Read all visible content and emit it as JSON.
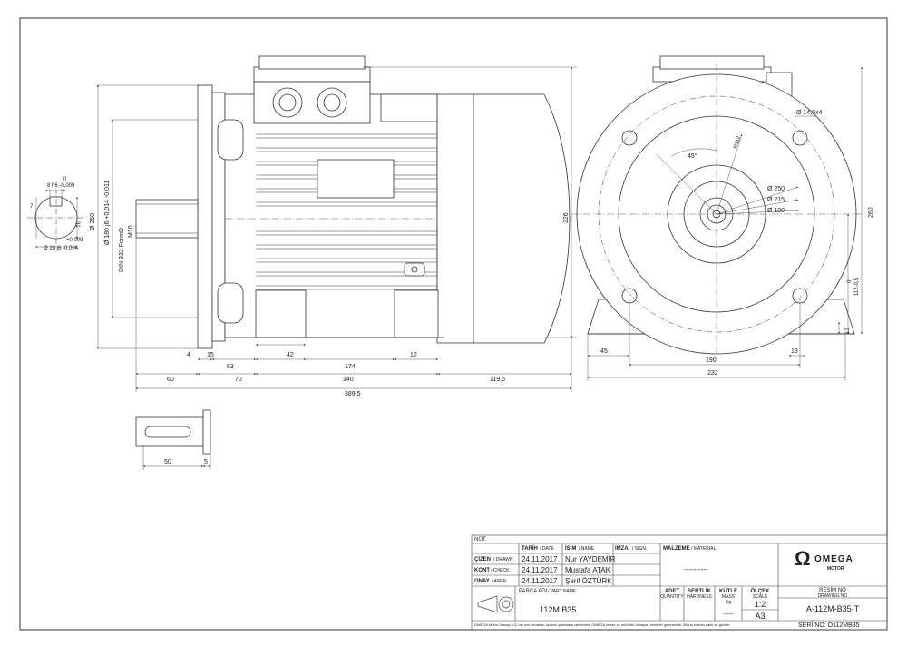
{
  "drawing": {
    "key_detail": {
      "dim_top": "0",
      "dim_key": "8 h6 -0,009",
      "dim_left": "7",
      "dim_height": "31",
      "dim_tol": "+0,009",
      "dim_shaft": "Ø 28 j6 -0,004"
    },
    "side_view": {
      "dim_flange_od": "Ø 250",
      "dim_spigot": "Ø 180 j6 +0,014 -0,011",
      "dim_din": "DIN 332 FormD",
      "dim_thread": "M10",
      "dim_height": "226",
      "dims_row1": [
        "4",
        "15",
        "53",
        "42",
        "174",
        "12"
      ],
      "dims_row2": [
        "60",
        "70",
        "140",
        "119,5"
      ],
      "dim_total": "389,5"
    },
    "shaft_view": {
      "dim_len": "50",
      "dim_end": "5"
    },
    "front_view": {
      "dim_holes": "Ø 14,5x4",
      "dim_r": "R112",
      "dim_angle": "45°",
      "dim_d250": "Ø 250",
      "dim_d215": "Ø 215",
      "dim_d180": "Ø 180",
      "dim_height": "260",
      "dim_center": "0",
      "dim_center2": "112-0,5",
      "dim_foot": "13",
      "dim_45": "45",
      "dim_18": "18",
      "dim_190": "190",
      "dim_232": "232"
    }
  },
  "title_block": {
    "not_label": "NOT:",
    "col_date": "TARİH",
    "col_date_en": "/ DATE",
    "col_name": "İSİM",
    "col_name_en": "/ NAME",
    "col_sign": "İMZA",
    "col_sign_en": "/ SIGN.",
    "material_label": "MALZEME",
    "material_label_en": "/ MATERIAL",
    "material_value": "----------",
    "rows": [
      {
        "role": "ÇİZEN",
        "role_en": "/ DRAWN",
        "date": "24.11.2017",
        "name": "Nur YAYDEMİR"
      },
      {
        "role": "KONT",
        "role_en": "/ CHECK",
        "date": "24.11.2017",
        "name": "Mustafa ATAK"
      },
      {
        "role": "ONAY",
        "role_en": "/ APPR.",
        "date": "24.11.2017",
        "name": "Şerif ÖZTÜRK"
      }
    ],
    "part_label": "PARÇA ADI",
    "part_label_en": "/ PART NAME",
    "part_name": "112M B35",
    "qty_label": "ADET",
    "qty_label_en": "QUANTITY",
    "hardness_label": "SERTLİK",
    "hardness_label_en": "HARDNESS",
    "mass_label": "KÜTLE",
    "mass_label_en": "MASS",
    "mass_unit": "Kg",
    "mass_value": "-----",
    "scale_label": "ÖLÇEK",
    "scale_label_en": "SCALE",
    "scale_value": "1:2",
    "paper": "A3",
    "drawing_no_label": "RESİM NO",
    "drawing_no_label_en": "DRAWING NO",
    "drawing_no": "A-112M-B35-T",
    "serial": "SERİ NO: O112MB35",
    "logo_big": "OMEGA",
    "logo_small": "MOTOR",
    "footer": "OMEGA Motor Sanayi A.Ş.'nin izni olmadan üçüncü şahıslara verilemez. OMEGA imzalı ve mühürlü olmayan resimler geçersizdir. Bütün hakları saklı ve gizlidir."
  }
}
